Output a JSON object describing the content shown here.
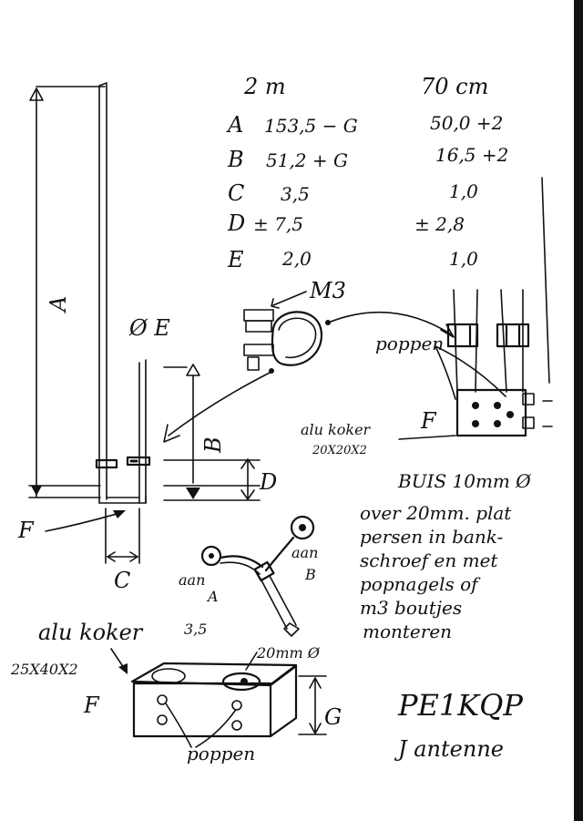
{
  "table": {
    "col_2m": "2 m",
    "col_70cm": "70 cm",
    "rows": [
      {
        "key": "A",
        "v2m": "153,5 − G",
        "v70": "50,0 +2"
      },
      {
        "key": "B",
        "v2m": "51,2 + G",
        "v70": "16,5 +2"
      },
      {
        "key": "C",
        "v2m": "3,5",
        "v70": "1,0"
      },
      {
        "key": "D",
        "v2m": "± 7,5",
        "v70": "± 2,8"
      },
      {
        "key": "E",
        "v2m": "2,0",
        "v70": "1,0"
      }
    ]
  },
  "labels": {
    "A": "A",
    "B": "B",
    "C": "C",
    "D": "D",
    "F_left": "F",
    "dia_E": "Ø E",
    "m3": "M3",
    "poppen": "poppen",
    "F_mid": "F",
    "alu_koker_small_1": "alu koker",
    "alu_koker_small_2": "20X20X2",
    "aan_A_1": "aan",
    "aan_A_2": "A",
    "aan_B_1": "aan",
    "aan_B_2": "B",
    "alu_koker_big": "alu koker",
    "size_big": "25X40X2",
    "dim_35": "3,5",
    "hole_20": "20mm Ø",
    "F_bottom": "F",
    "G": "G",
    "poppen_bottom": "poppen",
    "callsign": "PE1KQP",
    "antenne": "J antenne"
  },
  "note": {
    "lines": [
      "BUIS 10mm Ø",
      "over 20mm. plat",
      "persen in bank-",
      "schroef en met",
      "popnagels of",
      "m3 boutjes",
      "monteren"
    ]
  }
}
